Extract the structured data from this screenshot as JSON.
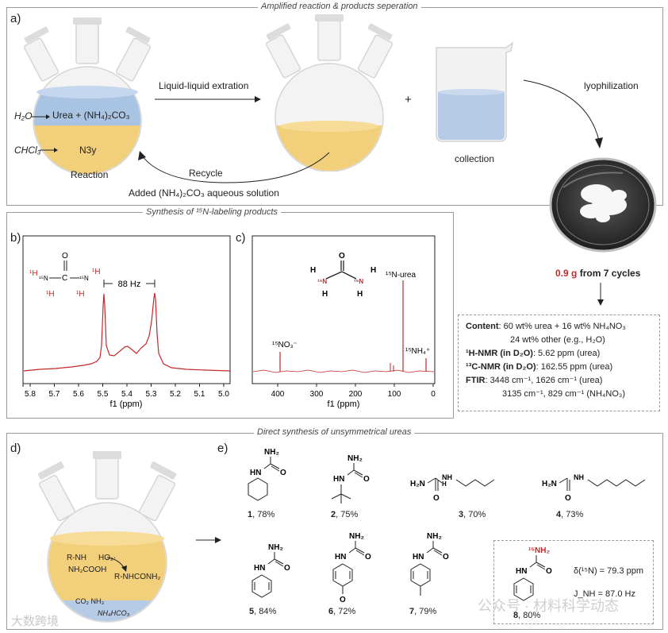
{
  "panels": {
    "a": "a)",
    "b": "b)",
    "c": "c)",
    "d": "d)",
    "e": "e)"
  },
  "sections": {
    "top": "Amplified reaction & products seperation",
    "middle": "Synthesis of ¹⁵N-labeling products",
    "bottom": "Direct synthesis of unsymmetrical ureas"
  },
  "reaction": {
    "h2o": "H₂O",
    "chcl3": "CHCl₃",
    "aqueous": "Urea + (NH₄)₂CO₃",
    "organic": "N3y",
    "caption": "Reaction",
    "extraction": "Liquid-liquid extration",
    "plus": "+",
    "collection": "collection",
    "lyophilization": "lyophilization",
    "recycle": "Recycle",
    "added": "Added (NH₄)₂CO₃ aqueous solution",
    "yield_amount": "0.9 g",
    "yield_rest": " from 7 cycles"
  },
  "info": {
    "content_label": "Content",
    "content_1": ": 60 wt% urea + 16 wt% NH₄NO₃",
    "content_2": "24 wt% other (e.g., H₂O)",
    "h_label": "¹H-NMR (in D₂O)",
    "h_value": ": 5.62 ppm (urea)",
    "c_label": "¹³C-NMR (in D₂O)",
    "c_value": ": 162.55 ppm (urea)",
    "ftir_label": "FTIR",
    "ftir_1": ": 3448 cm⁻¹, 1626 cm⁻¹ (urea)",
    "ftir_2": "3135 cm⁻¹, 829 cm⁻¹ (NH₄NO₃)"
  },
  "nmr_b": {
    "xlabel": "f1 (ppm)",
    "ticks": [
      "5.8",
      "5.7",
      "5.6",
      "5.5",
      "5.4",
      "5.3",
      "5.2",
      "5.1",
      "5.0"
    ],
    "coupling": "88 Hz",
    "atoms": {
      "h1a": "¹H",
      "h1b": "¹H",
      "h1c": "¹H",
      "h1d": "¹H",
      "n15a": "¹⁵N",
      "n15b": "¹⁵N",
      "o": "O",
      "c": "C"
    }
  },
  "nmr_c": {
    "xlabel": "f1 (ppm)",
    "ticks": [
      "400",
      "300",
      "200",
      "100",
      "0"
    ],
    "peak_urea": "¹⁵N-urea",
    "peak_no3": "¹⁵NO₃⁻",
    "peak_nh4": "¹⁵NH₄⁺",
    "atoms": {
      "h": "H",
      "n15": "¹⁵N",
      "o": "O"
    }
  },
  "mechanism": {
    "rnh": "R-NH",
    "ho2": "HO₂·",
    "nh2cooh": "NH₂COOH",
    "product": "R-NHCONH₂",
    "co2": "CO₂  NH₃",
    "nh4hco3": "NH₄HCO₃"
  },
  "compounds": [
    {
      "num": "1",
      "yield": ", 78%"
    },
    {
      "num": "2",
      "yield": ", 75%"
    },
    {
      "num": "3",
      "yield": ", 70%"
    },
    {
      "num": "4",
      "yield": ", 73%"
    },
    {
      "num": "5",
      "yield": ", 84%"
    },
    {
      "num": "6",
      "yield": ", 72%"
    },
    {
      "num": "7",
      "yield": ", 79%"
    },
    {
      "num": "8",
      "yield": ", 80%"
    }
  ],
  "groups": {
    "nh2": "NH₂",
    "nh": "NH",
    "o": "O",
    "hn": "HN",
    "h2n": "H₂N",
    "n15h2": "¹⁵NH₂",
    "h": "H"
  },
  "labeled": {
    "delta": "δ(¹⁵N) = 79.3 ppm",
    "jnh": "J_NH = 87.0 Hz"
  },
  "watermark_left": "大数跨境",
  "watermark_right": "公众号 · 材料科学动态",
  "colors": {
    "red": "#c62828",
    "organic": "#f2cf7a",
    "aqueous": "#a9c3e3",
    "frame": "#9a9a9a"
  }
}
